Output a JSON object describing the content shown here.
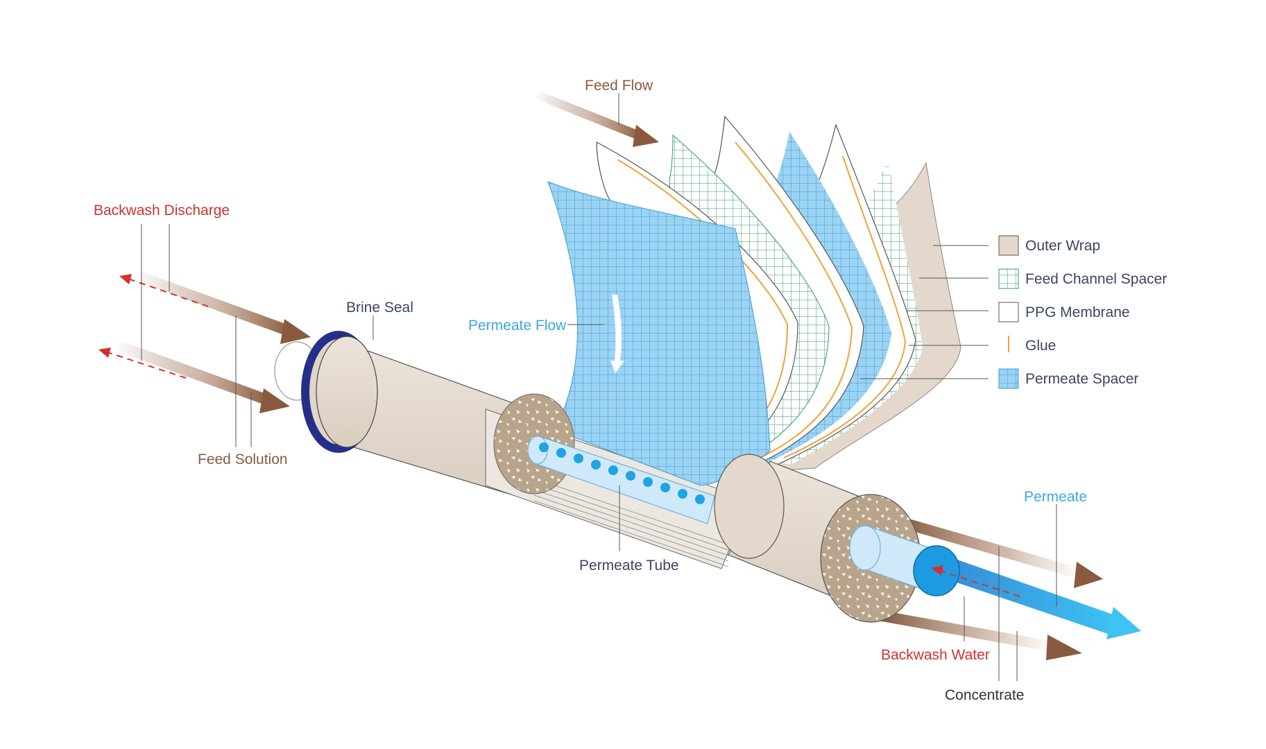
{
  "colors": {
    "brown": "#8a5a3e",
    "red": "#d2312f",
    "blue": "#3aa8e0",
    "navy": "#3c4560",
    "tube": "#e3d8cb",
    "seal": "#23308a",
    "glue": "#f0a23a",
    "spacer_green": "#2e9a6a",
    "spacer_blue": "#78c4ee"
  },
  "labels": {
    "feed_flow": "Feed Flow",
    "backwash_discharge": "Backwash Discharge",
    "brine_seal": "Brine Seal",
    "permeate_flow": "Permeate Flow",
    "feed_solution": "Feed Solution",
    "permeate_tube": "Permeate Tube",
    "permeate": "Permeate",
    "backwash_water": "Backwash Water",
    "concentrate": "Concentrate"
  },
  "legend": [
    {
      "label": "Outer Wrap",
      "swatch": "outer-wrap-swatch"
    },
    {
      "label": "Feed Channel Spacer",
      "swatch": "feed-channel-spacer-swatch"
    },
    {
      "label": "PPG Membrane",
      "swatch": "ppg-membrane-swatch"
    },
    {
      "label": "Glue",
      "swatch": "glue-swatch"
    },
    {
      "label": "Permeate Spacer",
      "swatch": "permeate-spacer-swatch"
    }
  ]
}
